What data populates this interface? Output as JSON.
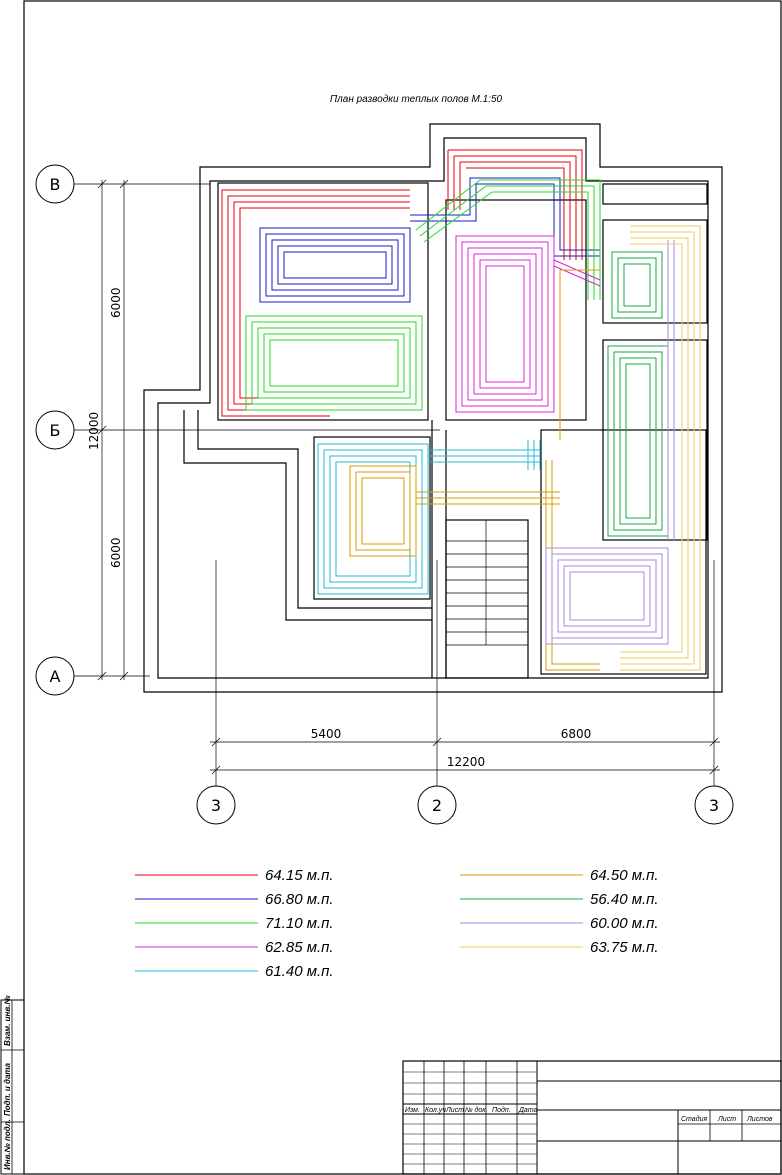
{
  "title": "План разводки теплых полов  М.1:50",
  "axes": {
    "rows": [
      "В",
      "Б",
      "А"
    ],
    "cols": [
      "3",
      "2",
      "3"
    ]
  },
  "dimensions": {
    "left_6000_top": "6000",
    "left_12000": "12000",
    "left_6000_bottom": "6000",
    "bottom_5400": "5400",
    "bottom_6800": "6800",
    "bottom_12200": "12200"
  },
  "circuits": [
    {
      "label": "64.15 м.п.",
      "color": "#e8000b"
    },
    {
      "label": "66.80 м.п.",
      "color": "#1a1acc"
    },
    {
      "label": "71.10 м.п.",
      "color": "#22dd22"
    },
    {
      "label": "62.85 м.п.",
      "color": "#dd22dd"
    },
    {
      "label": "61.40 м.п.",
      "color": "#22bbdd"
    },
    {
      "label": "64.50 м.п.",
      "color": "#dd9900"
    },
    {
      "label": "56.40 м.п.",
      "color": "#11aa44"
    },
    {
      "label": "60.00 м.п.",
      "color": "#aa88ee"
    },
    {
      "label": "63.75 м.п.",
      "color": "#eecc55"
    }
  ],
  "stamp": {
    "headers": [
      "Изм.",
      "Кол.уч",
      "Лист",
      "№ док.",
      "Подп.",
      "Дата"
    ],
    "right_headers": [
      "Стадия",
      "Лист",
      "Листов"
    ],
    "side": [
      "Взам. инв.№",
      "Подп. и дата",
      "Инв.№ подл."
    ]
  }
}
